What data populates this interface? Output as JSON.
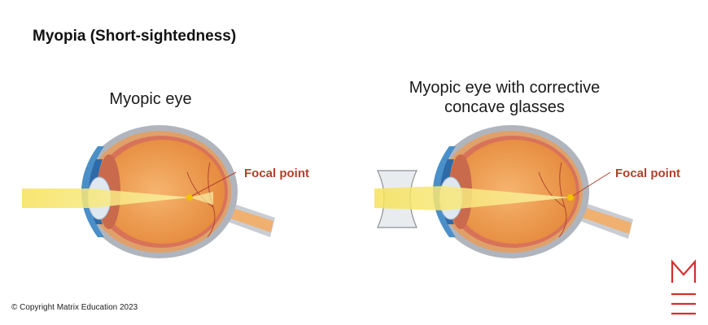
{
  "title": "Myopia (Short-sightedness)",
  "panels": [
    {
      "title": "Myopic eye",
      "focal_label": "Focal point"
    },
    {
      "title_line1": "Myopic eye with corrective",
      "title_line2": "concave glasses",
      "focal_label": "Focal point"
    }
  ],
  "copyright": "© Copyright Matrix Education 2023",
  "colors": {
    "light_beam": "#f7e66a",
    "focal_label": "#b2402a",
    "eye_outer": "#b0b5bd",
    "eye_sclera": "#e3a26a",
    "vitreous": "#ee9a4a",
    "cornea": "#4a8fc8",
    "lens": "#dfe7f1",
    "logo": "#d62e2e"
  },
  "icons": {
    "logo": "matrix-m-logo",
    "glasses": "concave-lens"
  }
}
